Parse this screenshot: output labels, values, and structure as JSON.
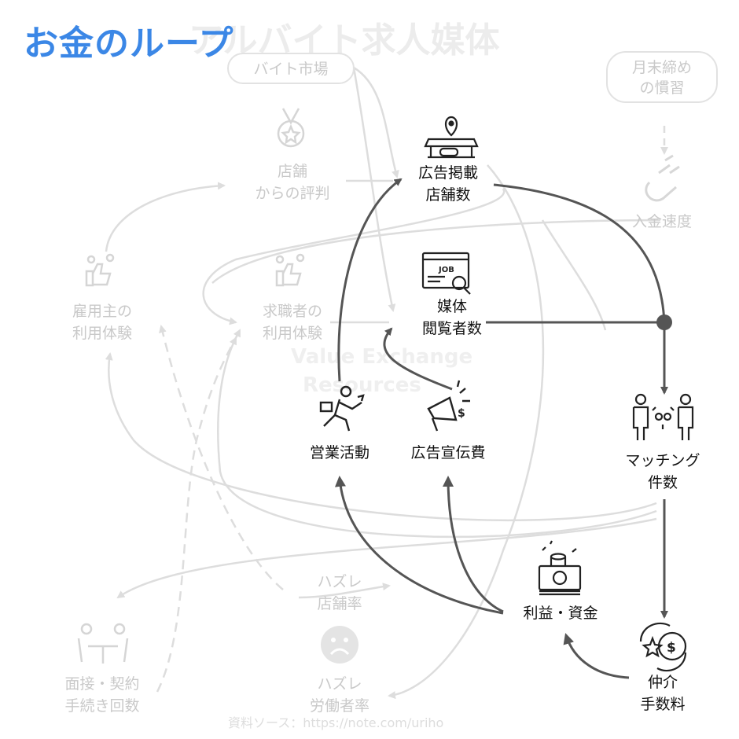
{
  "title": "お金のループ",
  "watermark": {
    "main": "アルバイト求人媒体",
    "sub1": "Value Exchange",
    "sub2": "Resources",
    "footer": "資料ソース：https://note.com/uriho"
  },
  "nodes": {
    "store_count": [
      "広告掲載",
      "店舗数"
    ],
    "viewers": [
      "媒体",
      "閲覧者数"
    ],
    "sales": [
      "営業活動"
    ],
    "ads": [
      "広告宣伝費"
    ],
    "matching": [
      "マッチング",
      "件数"
    ],
    "fee": [
      "仲介",
      "手数料"
    ],
    "profit": [
      "利益・資金"
    ]
  },
  "dim_nodes": {
    "market": "バイト市場",
    "monthly": [
      "月末締め",
      "の慣習"
    ],
    "deposit_speed": "入金速度",
    "store_review": [
      "店舗",
      "からの評判"
    ],
    "employer_exp": [
      "雇用主の",
      "利用体験"
    ],
    "seeker_exp": [
      "求職者の",
      "利用体験"
    ],
    "miss_store": [
      "ハズレ",
      "店舗率"
    ],
    "miss_worker": [
      "ハズレ",
      "労働者率"
    ],
    "interview": [
      "面接・契約",
      "手続き回数"
    ]
  },
  "icons": {
    "store": "store-icon",
    "job_search": "job-search-icon",
    "sales": "running-businessman-icon",
    "ads": "megaphone-icon",
    "matching": "handshake-people-icon",
    "fee": "coin-exchange-icon",
    "profit": "money-stack-icon"
  },
  "colors": {
    "title": "#3b87e6",
    "active": "#555555",
    "faded": "#dddddd",
    "text": "#111111",
    "faded_text": "#c9c9c9"
  }
}
